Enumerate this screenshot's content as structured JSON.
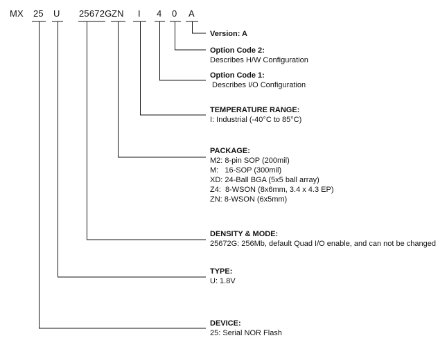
{
  "part_number": {
    "segments": [
      "MX",
      "25",
      "U",
      "25672G",
      "ZN",
      "I",
      "4",
      "0",
      "A"
    ]
  },
  "fields": [
    {
      "title": "Version: A",
      "lines": []
    },
    {
      "title": "Option Code 2:",
      "lines": [
        "Describes H/W Configuration"
      ]
    },
    {
      "title": "Option Code 1:",
      "lines": [
        " Describes I/O Configuration"
      ]
    },
    {
      "title": "TEMPERATURE RANGE:",
      "lines": [
        "I: Industrial (-40°C to 85°C)"
      ]
    },
    {
      "title": "PACKAGE:",
      "lines": [
        "M2: 8-pin SOP (200mil)",
        "M:   16-SOP (300mil)",
        "XD: 24-Ball BGA (5x5 ball array)",
        "Z4:  8-WSON (8x6mm, 3.4 x 4.3 EP)",
        "ZN: 8-WSON (6x5mm)"
      ]
    },
    {
      "title": "DENSITY & MODE:",
      "lines": [
        "25672G: 256Mb, default Quad I/O enable, and can not be changed"
      ]
    },
    {
      "title": "TYPE:",
      "lines": [
        "U: 1.8V"
      ]
    },
    {
      "title": "DEVICE:",
      "lines": [
        "25: Serial NOR Flash"
      ]
    }
  ]
}
